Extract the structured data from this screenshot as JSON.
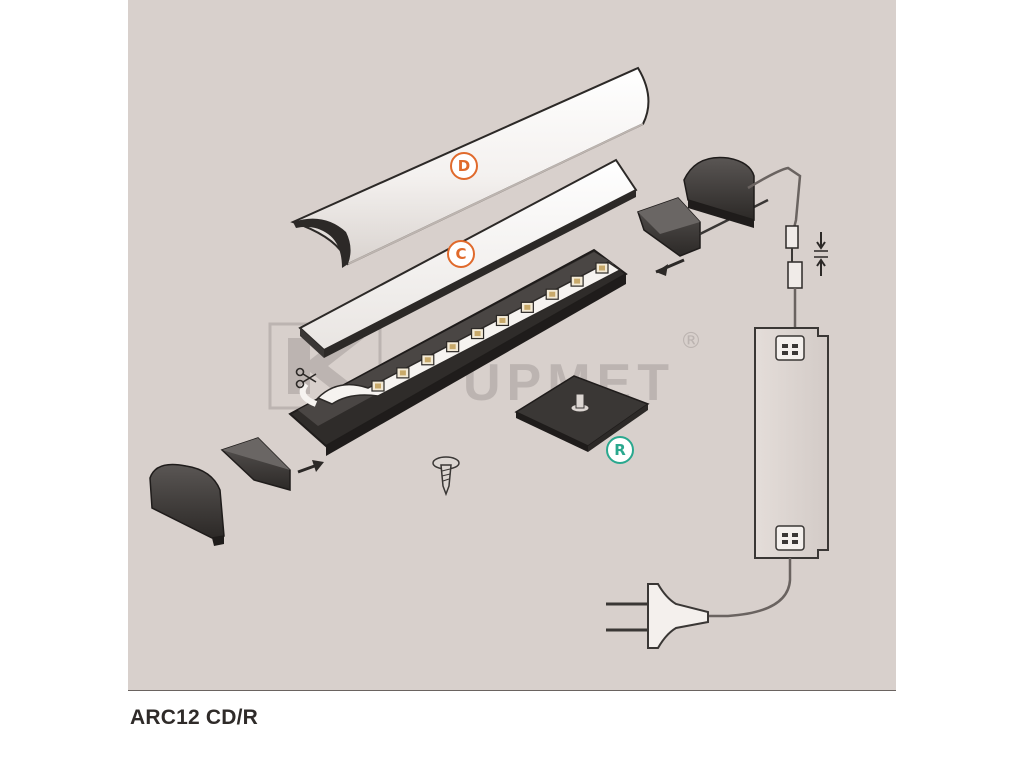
{
  "product": {
    "code": "ARC12 CD/R"
  },
  "watermark": {
    "text": "UPMET",
    "mark": "®"
  },
  "labels": {
    "diffuser_round": "D",
    "diffuser_flat": "C",
    "mounting_plate": "R"
  },
  "colors": {
    "background": "#d8d0cc",
    "label_d": "#e06a2c",
    "label_c": "#e06a2c",
    "label_r": "#2aa88e",
    "endcap": "#3a3735",
    "outline": "#2a2725"
  },
  "icons": [
    "scissors-icon",
    "arrow-icon",
    "screw-icon",
    "plug-icon"
  ]
}
